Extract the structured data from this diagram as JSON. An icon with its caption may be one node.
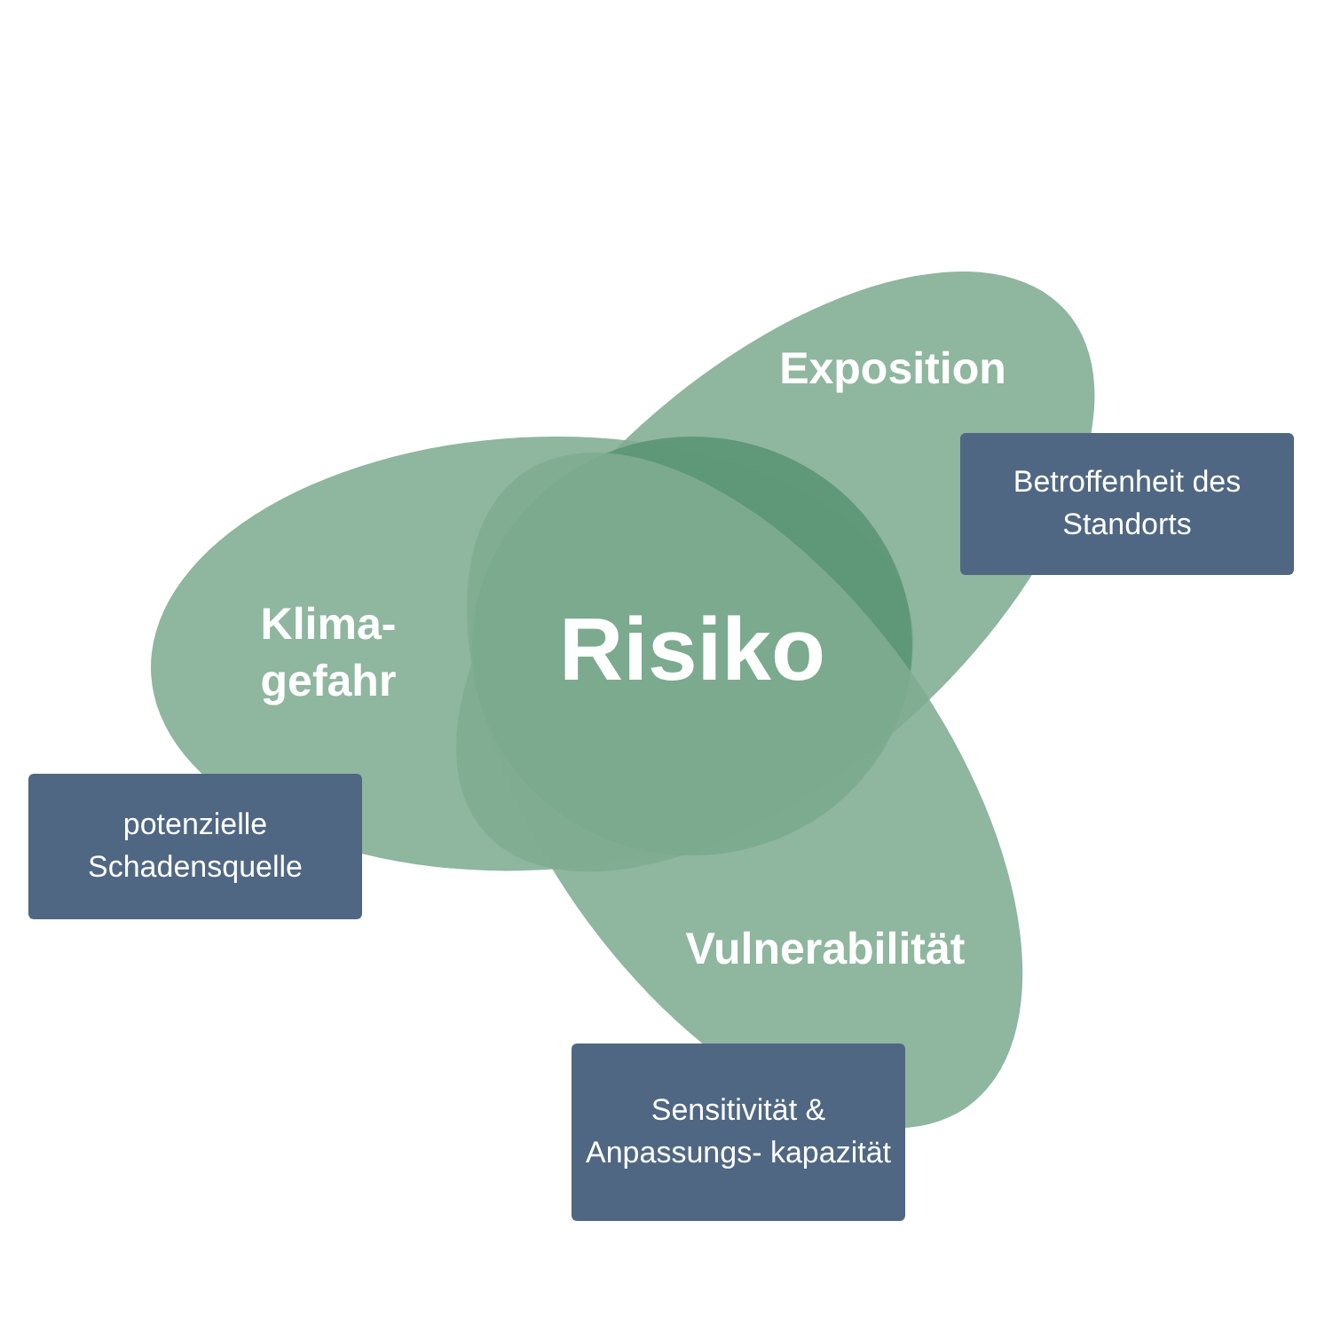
{
  "diagram": {
    "nodes": [
      {
        "text": [
          "Exposition"
        ]
      },
      {
        "text": [
          "Betroffenheit des Standorts"
        ]
      },
      {
        "text": [
          "Klima- gefahr"
        ]
      },
      {
        "text": [
          "Risiko"
        ]
      },
      {
        "text": [
          "potenzielle Schadensquelle"
        ]
      },
      {
        "text": [
          "Vulnerabilität"
        ]
      },
      {
        "text": [
          "Sensitivität & Anpassungs- kapazität"
        ]
      }
    ]
  }
}
